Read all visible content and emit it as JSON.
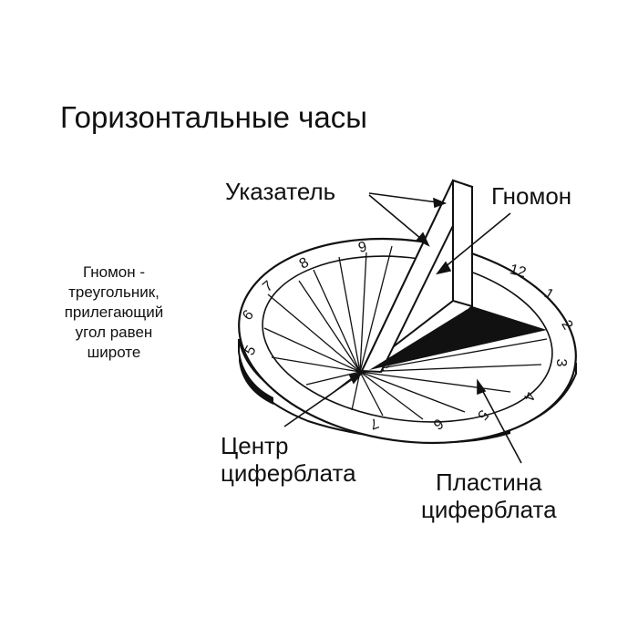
{
  "title": "Горизонтальные часы",
  "note_lines": [
    "Гномон -",
    "треугольник,",
    "прилегающий",
    "угол равен",
    "широте"
  ],
  "labels": {
    "pointer": "Указатель",
    "gnomon": "Гномон",
    "center_lines": [
      "Центр",
      "циферблата"
    ],
    "plate_lines": [
      "Пластина",
      "циферблата"
    ]
  },
  "hour_numbers": [
    "5",
    "6",
    "7",
    "8",
    "9",
    "12",
    "1",
    "2",
    "3",
    "4",
    "5",
    "6",
    "7"
  ],
  "colors": {
    "ink": "#111111",
    "background": "#ffffff"
  }
}
